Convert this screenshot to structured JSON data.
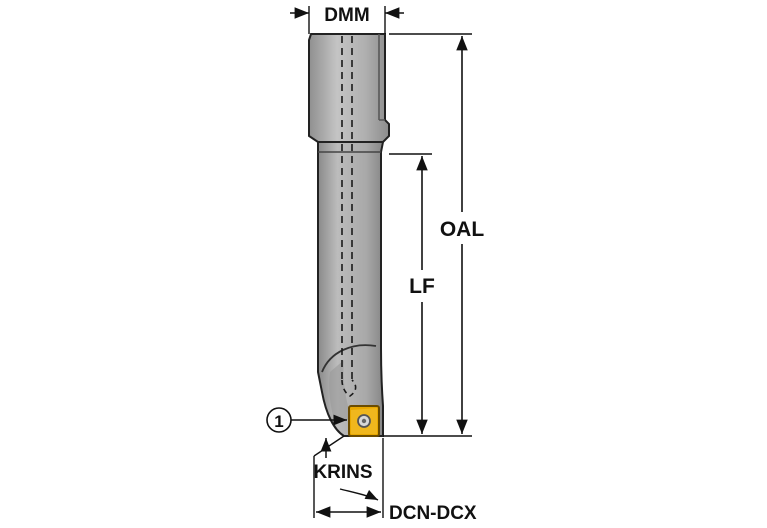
{
  "diagram": {
    "labels": {
      "dmm": "DMM",
      "oal": "OAL",
      "lf": "LF",
      "krins": "KRINS",
      "dcn_dcx": "DCN-DCX",
      "callout_1": "1"
    },
    "colors": {
      "body_light": "#bdbdbd",
      "body_mid": "#a7a7a7",
      "body_dark": "#8a8a8a",
      "outline": "#222222",
      "insert_gold": "#e8a800",
      "insert_dark": "#7a5a00",
      "dim_line": "#111111"
    }
  }
}
